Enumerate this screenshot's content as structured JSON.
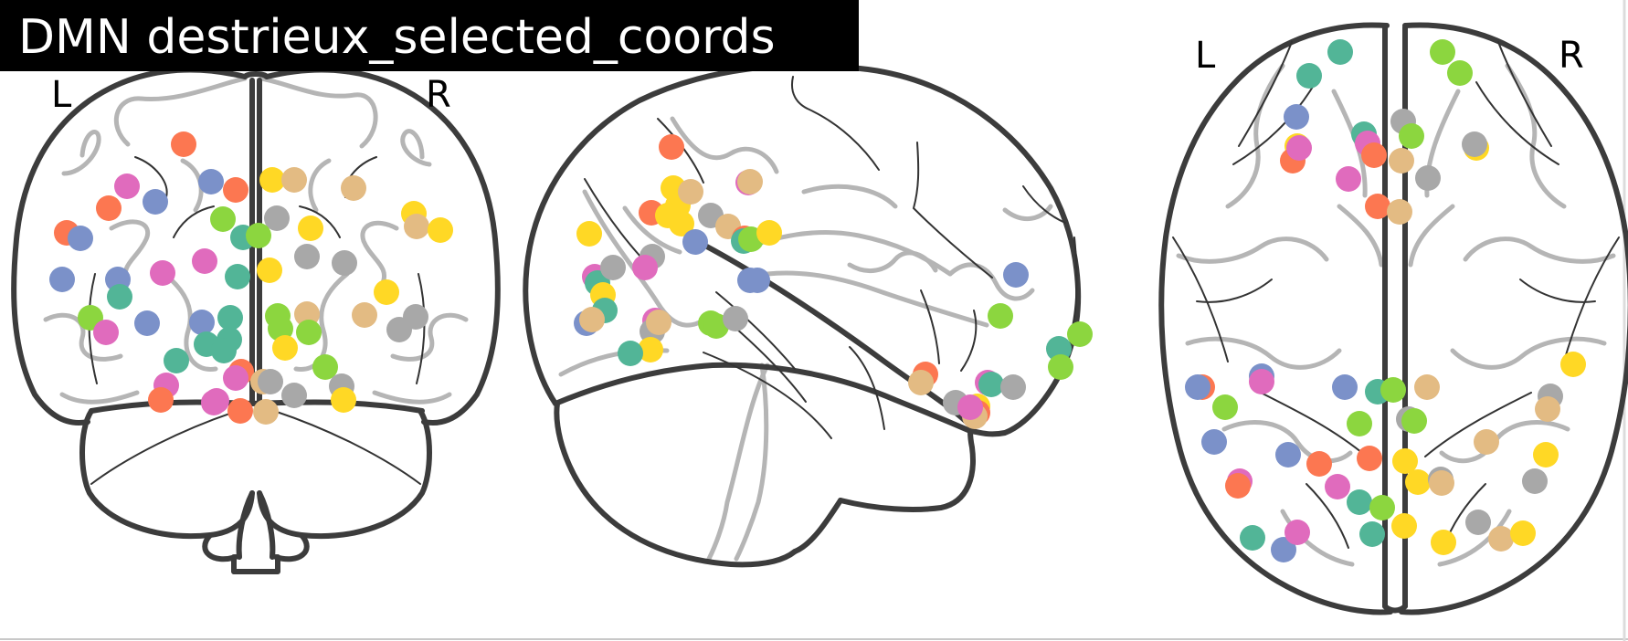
{
  "title": "DMN destrieux_selected_coords",
  "views": {
    "coronal": {
      "left_label": "L",
      "right_label": "R"
    },
    "axial": {
      "left_label": "L",
      "right_label": "R"
    }
  },
  "palette": [
    "#fc7751",
    "#7b91c9",
    "#e06bbd",
    "#8cd63f",
    "#ffd825",
    "#e3bb83",
    "#a8a8a8",
    "#52b597"
  ],
  "markers": {
    "coronal": [
      [
        201,
        158,
        0
      ],
      [
        139,
        204,
        2
      ],
      [
        119,
        228,
        0
      ],
      [
        170,
        221,
        1
      ],
      [
        231,
        199,
        1
      ],
      [
        258,
        208,
        0
      ],
      [
        298,
        197,
        4
      ],
      [
        322,
        197,
        5
      ],
      [
        387,
        206,
        5
      ],
      [
        453,
        234,
        4
      ],
      [
        456,
        248,
        5
      ],
      [
        482,
        252,
        4
      ],
      [
        244,
        240,
        3
      ],
      [
        303,
        239,
        6
      ],
      [
        340,
        250,
        4
      ],
      [
        73,
        255,
        0
      ],
      [
        88,
        261,
        1
      ],
      [
        266,
        260,
        7
      ],
      [
        283,
        258,
        3
      ],
      [
        224,
        286,
        2
      ],
      [
        336,
        281,
        6
      ],
      [
        377,
        288,
        6
      ],
      [
        68,
        306,
        1
      ],
      [
        129,
        306,
        1
      ],
      [
        131,
        325,
        7
      ],
      [
        178,
        299,
        2
      ],
      [
        260,
        303,
        7
      ],
      [
        295,
        296,
        4
      ],
      [
        423,
        320,
        4
      ],
      [
        455,
        347,
        6
      ],
      [
        437,
        361,
        6
      ],
      [
        399,
        345,
        5
      ],
      [
        336,
        344,
        5
      ],
      [
        99,
        348,
        3
      ],
      [
        116,
        364,
        2
      ],
      [
        161,
        354,
        1
      ],
      [
        221,
        353,
        1
      ],
      [
        252,
        348,
        7
      ],
      [
        251,
        372,
        7
      ],
      [
        304,
        346,
        3
      ],
      [
        307,
        360,
        3
      ],
      [
        338,
        364,
        3
      ],
      [
        312,
        381,
        4
      ],
      [
        226,
        377,
        7
      ],
      [
        245,
        384,
        7
      ],
      [
        193,
        395,
        7
      ],
      [
        356,
        402,
        3
      ],
      [
        182,
        422,
        2
      ],
      [
        176,
        438,
        0
      ],
      [
        237,
        439,
        2
      ],
      [
        264,
        407,
        0
      ],
      [
        288,
        418,
        5
      ],
      [
        258,
        414,
        2
      ],
      [
        296,
        418,
        6
      ],
      [
        374,
        423,
        6
      ],
      [
        263,
        450,
        0
      ],
      [
        291,
        451,
        5
      ],
      [
        322,
        433,
        6
      ],
      [
        376,
        438,
        4
      ],
      [
        234,
        441,
        2
      ]
    ],
    "sagittal": [
      [
        735,
        161,
        0
      ],
      [
        645,
        256,
        4
      ],
      [
        737,
        206,
        4
      ],
      [
        742,
        225,
        4
      ],
      [
        756,
        210,
        5
      ],
      [
        746,
        245,
        4
      ],
      [
        713,
        233,
        0
      ],
      [
        731,
        236,
        4
      ],
      [
        778,
        236,
        6
      ],
      [
        797,
        248,
        5
      ],
      [
        761,
        265,
        1
      ],
      [
        815,
        261,
        0
      ],
      [
        814,
        264,
        7
      ],
      [
        822,
        262,
        3
      ],
      [
        842,
        255,
        4
      ],
      [
        819,
        200,
        2
      ],
      [
        821,
        199,
        5
      ],
      [
        714,
        281,
        6
      ],
      [
        706,
        293,
        2
      ],
      [
        651,
        303,
        2
      ],
      [
        654,
        310,
        7
      ],
      [
        660,
        323,
        4
      ],
      [
        671,
        293,
        6
      ],
      [
        662,
        340,
        7
      ],
      [
        642,
        354,
        1
      ],
      [
        648,
        350,
        5
      ],
      [
        717,
        351,
        2
      ],
      [
        714,
        363,
        6
      ],
      [
        721,
        353,
        5
      ],
      [
        712,
        383,
        4
      ],
      [
        690,
        387,
        7
      ],
      [
        778,
        354,
        3
      ],
      [
        784,
        357,
        3
      ],
      [
        805,
        349,
        6
      ],
      [
        821,
        307,
        1
      ],
      [
        829,
        307,
        1
      ],
      [
        1112,
        301,
        1
      ],
      [
        1095,
        346,
        3
      ],
      [
        1182,
        366,
        3
      ],
      [
        1159,
        382,
        7
      ],
      [
        1161,
        402,
        3
      ],
      [
        1013,
        410,
        0
      ],
      [
        1008,
        419,
        5
      ],
      [
        1081,
        419,
        2
      ],
      [
        1085,
        421,
        7
      ],
      [
        1109,
        424,
        6
      ],
      [
        1046,
        441,
        6
      ],
      [
        1070,
        445,
        4
      ],
      [
        1070,
        452,
        0
      ],
      [
        1067,
        456,
        5
      ],
      [
        1062,
        446,
        2
      ]
    ],
    "axial": [
      [
        1467,
        57,
        7
      ],
      [
        1579,
        57,
        3
      ],
      [
        1433,
        83,
        7
      ],
      [
        1598,
        80,
        3
      ],
      [
        1419,
        128,
        1
      ],
      [
        1420,
        160,
        4
      ],
      [
        1415,
        176,
        0
      ],
      [
        1422,
        162,
        2
      ],
      [
        1493,
        147,
        7
      ],
      [
        1497,
        157,
        2
      ],
      [
        1504,
        170,
        0
      ],
      [
        1536,
        133,
        6
      ],
      [
        1545,
        149,
        3
      ],
      [
        1534,
        176,
        5
      ],
      [
        1616,
        162,
        4
      ],
      [
        1614,
        158,
        6
      ],
      [
        1476,
        196,
        2
      ],
      [
        1563,
        195,
        6
      ],
      [
        1508,
        226,
        0
      ],
      [
        1532,
        232,
        5
      ],
      [
        1316,
        424,
        0
      ],
      [
        1311,
        424,
        1
      ],
      [
        1381,
        412,
        1
      ],
      [
        1381,
        418,
        2
      ],
      [
        1341,
        446,
        3
      ],
      [
        1472,
        424,
        1
      ],
      [
        1508,
        429,
        7
      ],
      [
        1525,
        427,
        3
      ],
      [
        1562,
        424,
        5
      ],
      [
        1722,
        399,
        4
      ],
      [
        1542,
        459,
        6
      ],
      [
        1548,
        461,
        3
      ],
      [
        1488,
        464,
        3
      ],
      [
        1697,
        434,
        6
      ],
      [
        1694,
        448,
        5
      ],
      [
        1329,
        484,
        1
      ],
      [
        1410,
        498,
        1
      ],
      [
        1444,
        508,
        0
      ],
      [
        1499,
        502,
        0
      ],
      [
        1538,
        505,
        4
      ],
      [
        1552,
        528,
        4
      ],
      [
        1577,
        525,
        6
      ],
      [
        1578,
        529,
        5
      ],
      [
        1357,
        527,
        2
      ],
      [
        1355,
        532,
        0
      ],
      [
        1464,
        533,
        2
      ],
      [
        1488,
        550,
        7
      ],
      [
        1627,
        484,
        5
      ],
      [
        1692,
        498,
        4
      ],
      [
        1680,
        527,
        6
      ],
      [
        1371,
        589,
        7
      ],
      [
        1405,
        602,
        1
      ],
      [
        1420,
        583,
        2
      ],
      [
        1502,
        585,
        7
      ],
      [
        1537,
        576,
        4
      ],
      [
        1580,
        594,
        4
      ],
      [
        1618,
        572,
        6
      ],
      [
        1643,
        590,
        5
      ],
      [
        1667,
        584,
        4
      ],
      [
        1513,
        556,
        3
      ]
    ]
  }
}
